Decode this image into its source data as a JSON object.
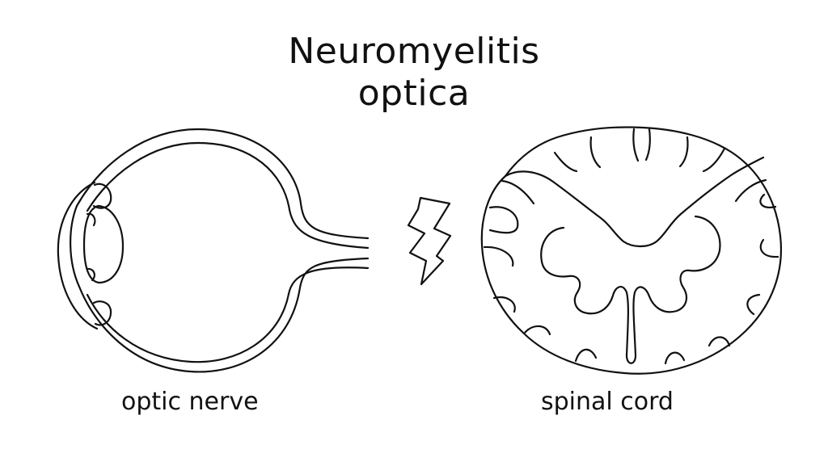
{
  "title": {
    "line1": "Neuromyelitis",
    "line2": "optica"
  },
  "labels": {
    "left": "optic nerve",
    "right": "spinal cord"
  },
  "icons": {
    "eye": "eye-cross-section-icon",
    "lightning": "lightning-bolt-icon",
    "spinal_cord": "spinal-cord-cross-section-icon"
  },
  "colors": {
    "line": "#111111",
    "background": "#ffffff"
  }
}
